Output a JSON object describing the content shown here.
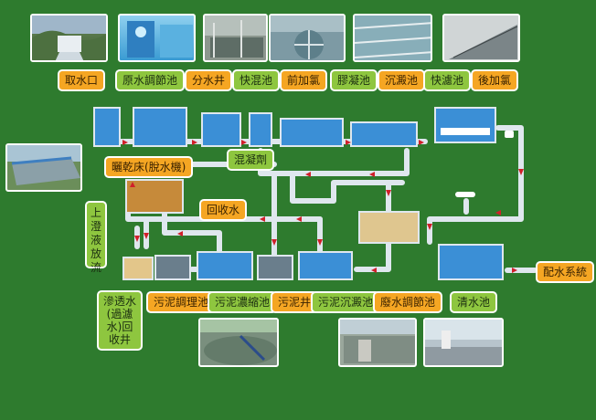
{
  "labels": {
    "intake": "取水口",
    "raw_water_basin": "原水調節池",
    "splitter_well": "分水井",
    "rapid_mix": "快混池",
    "pre_chlorination": "前加氯",
    "flocculation": "膠凝池",
    "sedimentation": "沉澱池",
    "rapid_filter": "快濾池",
    "post_chlorination": "後加氯",
    "coagulant": "混凝劑",
    "drying_bed": "曬乾床(脫水機)",
    "recycled_water": "回收水",
    "supernatant_discharge": "上澄液放流",
    "percolate_well": "滲透水(過濾水)回收井",
    "sludge_conditioning": "污泥調理池",
    "sludge_thickening": "污泥濃縮池",
    "sludge_well": "污泥井",
    "sludge_sedimentation": "污泥沉澱池",
    "wastewater_basin": "廢水調節池",
    "clear_water": "清水池",
    "distribution": "配水系統"
  },
  "colors": {
    "background": "#2e7b2e",
    "label_green": "#8ec63f",
    "label_orange": "#f5a623",
    "pipe": "#dfe7ee",
    "water": "#3b8fd6",
    "sludge": "#c68a3a",
    "flow_arrow": "#d0202a"
  },
  "icons": {
    "flow_arrows": "red-arrow-icon",
    "valve": "valve-icon"
  }
}
